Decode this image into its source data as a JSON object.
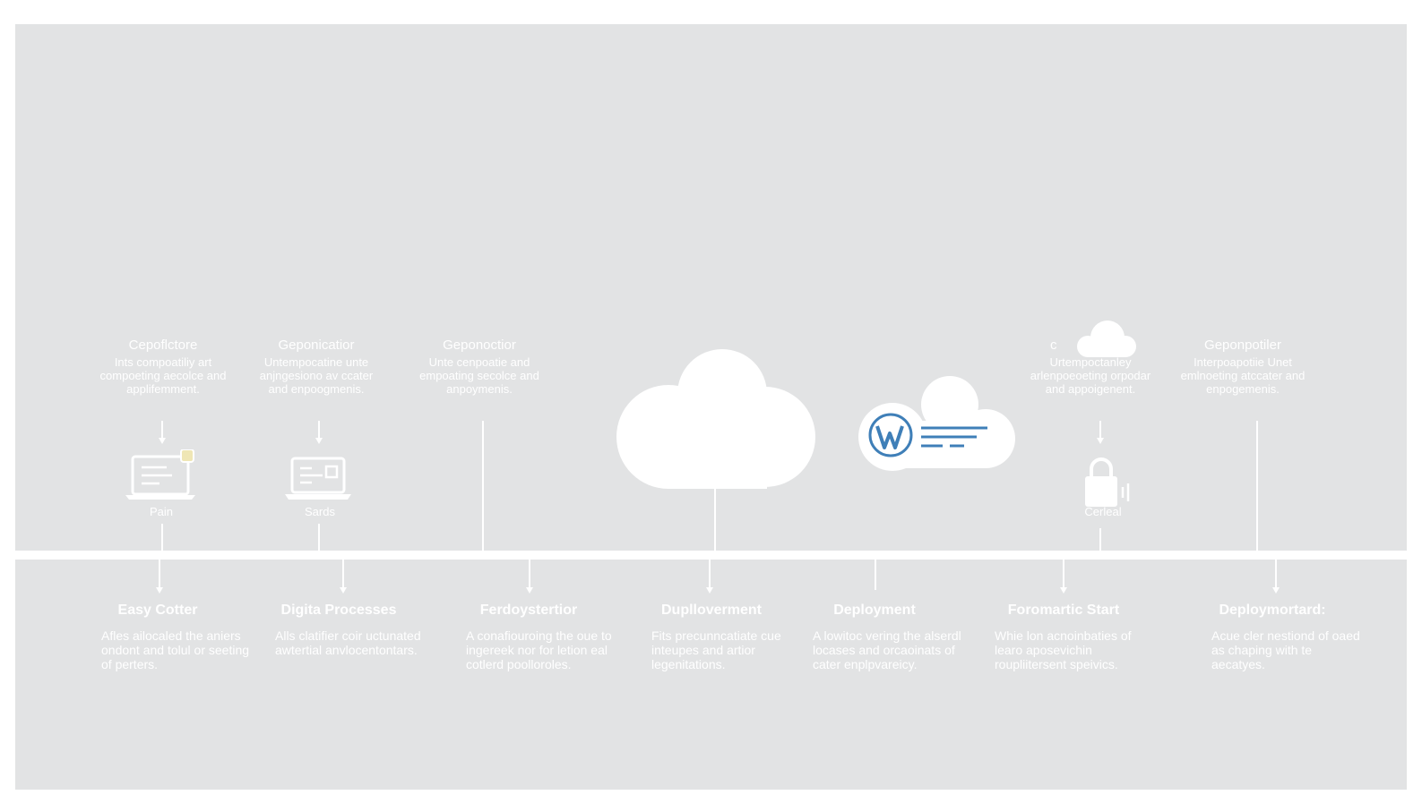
{
  "top_labels": [
    {
      "title": "Cepoflctore",
      "desc": "Ints compoatiliy art compoeting aecolce and applifemment."
    },
    {
      "title": "Geponicatior",
      "desc": "Untempocatine unte anjngesiono av ccater and enpoogmenis."
    },
    {
      "title": "Geponoctior",
      "desc": "Unte cenpoatie and empoating secolce and anpoymenis."
    },
    {
      "title": "c",
      "desc": "Urtempoctanley arlenpoeoeting orpodar and appoigenent."
    },
    {
      "title": "Geponpotiler",
      "desc": "Interpoapotiie Unet emlnoeting atccater and enpogemenis."
    }
  ],
  "icon_captions": [
    "Pain",
    "Sards",
    "Cerleal"
  ],
  "steps": [
    {
      "title": "Easy Cotter",
      "desc": "Afles ailocaled the aniers ondont and tolul or seeting of perters."
    },
    {
      "title": "Digita Processes",
      "desc": "Alls clatifier coir uctunated awtertial anvlocentontars."
    },
    {
      "title": "Ferdoystertior",
      "desc": "A conafiouroing the oue to ingereek nor for letion eal cotlerd poolloroles."
    },
    {
      "title": "Duplloverment",
      "desc": "Fits precunncatiate cue inteupes and artior legenitations."
    },
    {
      "title": "Deployment",
      "desc": "A lowitoc vering the alserdl locases and orcaoinats of cater enplpvareicy."
    },
    {
      "title": "Foromartic Start",
      "desc": "Whie lon acnoinbaties of learo aposevichin roupliitersent speivics."
    },
    {
      "title": "Deploymortard:",
      "desc": "Acue cler nestiond of oaed as chaping with te aecatyes."
    }
  ],
  "icons": {
    "laptop1": "laptop-icon",
    "laptop2": "laptop-icon",
    "cloud_main": "cloud-icon",
    "cloud_wp": "wordpress-cloud-icon",
    "cloud_small": "cloud-icon",
    "lock": "lock-icon"
  },
  "colors": {
    "panel": "#e2e3e4",
    "line": "#ffffff",
    "wordpress": "#3f7fb8"
  }
}
